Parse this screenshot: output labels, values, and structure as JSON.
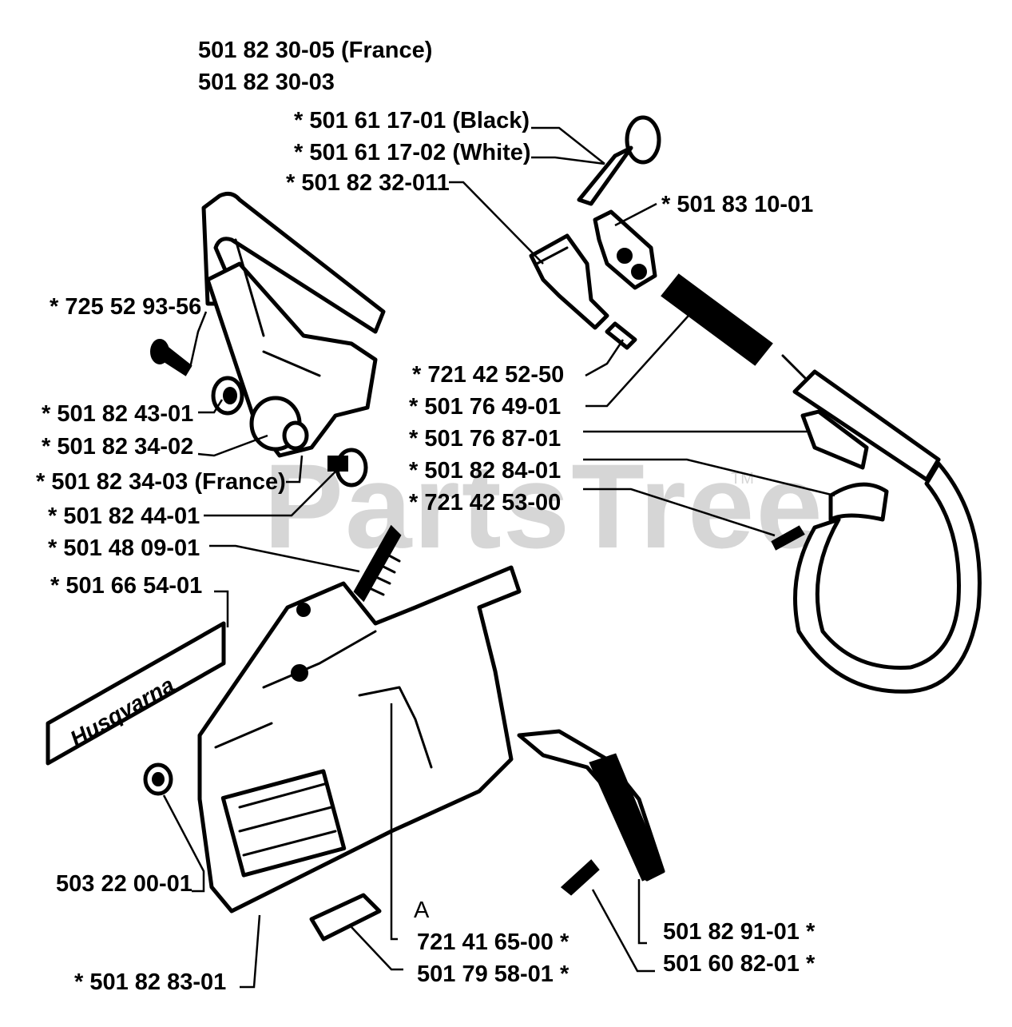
{
  "watermark": {
    "text": "PartsTree",
    "tm": "TM"
  },
  "decal_text": "Husqvarna",
  "view_marker": "A",
  "labels": {
    "l01": "501 82 30-05 (France)",
    "l02": "501 82 30-03",
    "l03": "*  501 61 17-01 (Black)",
    "l04": "*  501 61 17-02 (White)",
    "l05": "* 501 82 32-011",
    "l06": "*  501 83 10-01",
    "l07": "*  725 52 93-56",
    "l08": "*  721 42 52-50",
    "l09": "*  501 76 49-01",
    "l10": "*  501 82 43-01",
    "l11": "*  501 76 87-01",
    "l12": "*  501 82 34-02",
    "l13": "*  501 82 84-01",
    "l14": "*  501 82 34-03 (France)",
    "l15": "*  721 42 53-00",
    "l16": "*  501 82 44-01",
    "l17": "*  501 48 09-01",
    "l18": "*  501 66 54-01",
    "l19": "503 22 00-01",
    "l20": "721 41 65-00  *",
    "l21": "501 82 91-01  *",
    "l22": "501 60 82-01  *",
    "l23": "501 79 58-01  *",
    "l24": "*  501 82 83-01"
  }
}
